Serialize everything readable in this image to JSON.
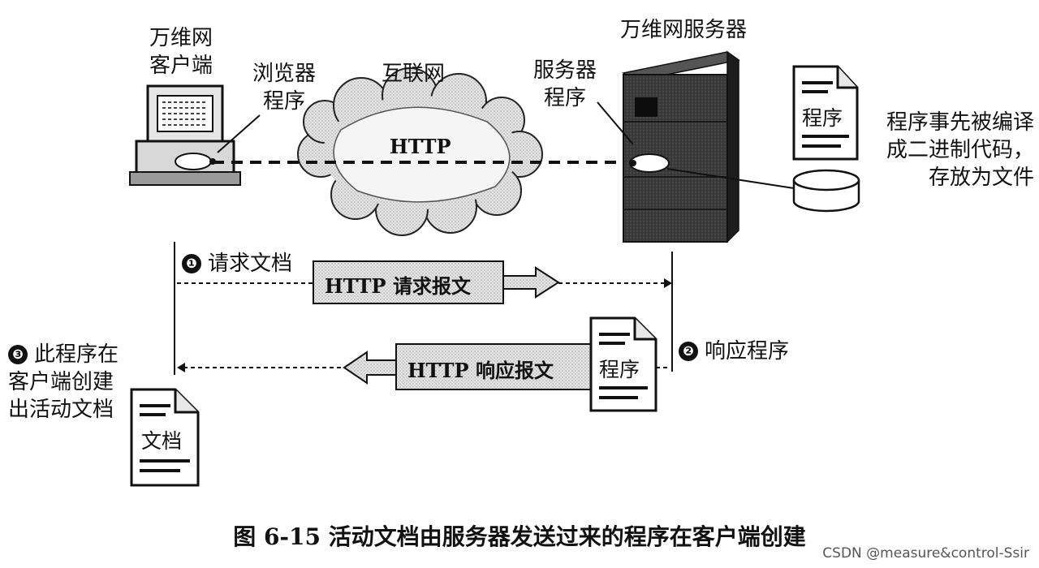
{
  "client": {
    "title_line1": "万维网",
    "title_line2": "客户端",
    "browser_line1": "浏览器",
    "browser_line2": "程序"
  },
  "internet": {
    "label": "互联网",
    "protocol": "HTTP"
  },
  "server": {
    "title": "万维网服务器",
    "program_line1": "服务器",
    "program_line2": "程序",
    "doc_label": "程序",
    "note_line1": "程序事先被编译",
    "note_line2": "成二进制代码，",
    "note_line3": "存放为文件"
  },
  "steps": {
    "step1_num": "❶",
    "step1_label": "请求文档",
    "request_msg": "HTTP 请求报文",
    "step2_num": "❷",
    "step2_label": "响应程序",
    "response_msg": "HTTP 响应报文",
    "response_doc_label": "程序",
    "step3_num": "❸",
    "step3_line1": "此程序在",
    "step3_line2": "客户端创建",
    "step3_line3": "出活动文档",
    "client_doc_label": "文档"
  },
  "caption": "图 6-15    活动文档由服务器发送过来的程序在客户端创建",
  "watermark": "CSDN @measure&control-Ssir"
}
